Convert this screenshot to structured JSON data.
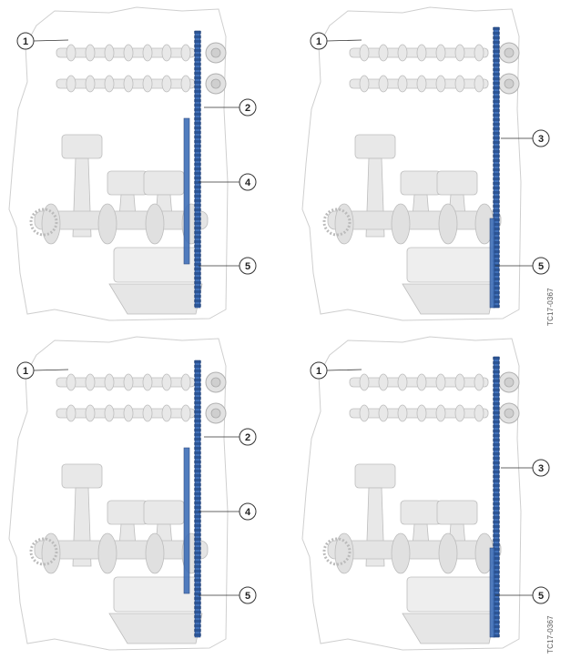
{
  "figure_codes": [
    "TC17-0367",
    "TC17-0367"
  ],
  "panels": [
    {
      "id": "top-left",
      "callouts": [
        "1",
        "2",
        "4",
        "5"
      ],
      "layout": "guided"
    },
    {
      "id": "top-right",
      "callouts": [
        "1",
        "3",
        "5"
      ],
      "layout": "tensioned"
    },
    {
      "id": "bottom-left",
      "callouts": [
        "1",
        "2",
        "4",
        "5"
      ],
      "layout": "guided"
    },
    {
      "id": "bottom-right",
      "callouts": [
        "1",
        "3",
        "5"
      ],
      "layout": "tensioned"
    }
  ],
  "colors": {
    "chain": "#3f6fb8",
    "chain_dark": "#1e3f78",
    "engine_outline": "#cfcfcf",
    "parts": "#e8e8e8",
    "parts_stroke": "#bdbdbd",
    "callout_stroke": "#333333"
  }
}
